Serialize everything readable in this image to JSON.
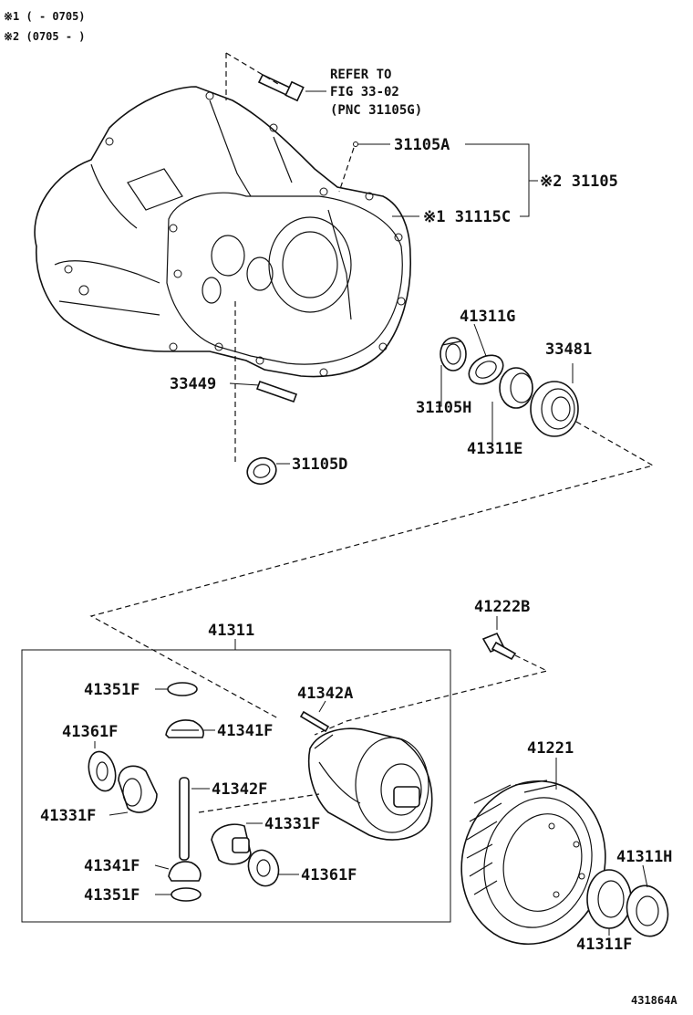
{
  "notes": {
    "note1": "※1 (       - 0705)",
    "note2": "※2 (0705 -        )"
  },
  "refer": {
    "line1": "REFER TO",
    "line2": "FIG 33-02",
    "line3": "(PNC 31105G)"
  },
  "labels": {
    "p31105A": "31105A",
    "p31105": "※2 31105",
    "p31115C": "※1 31115C",
    "p41311G": "41311G",
    "p33481": "33481",
    "p31105H": "31105H",
    "p41311E": "41311E",
    "p33449": "33449",
    "p31105D": "31105D",
    "p41222B": "41222B",
    "p41311": "41311",
    "p41351F_top": "41351F",
    "p41342A": "41342A",
    "p41341F_top": "41341F",
    "p41361F_left": "41361F",
    "p41342F": "41342F",
    "p41331F_left": "41331F",
    "p41331F_right": "41331F",
    "p41341F_bot": "41341F",
    "p41361F_right": "41361F",
    "p41351F_bot": "41351F",
    "p41221": "41221",
    "p41311H": "41311H",
    "p41311F": "41311F"
  },
  "figure_id": "431864A"
}
